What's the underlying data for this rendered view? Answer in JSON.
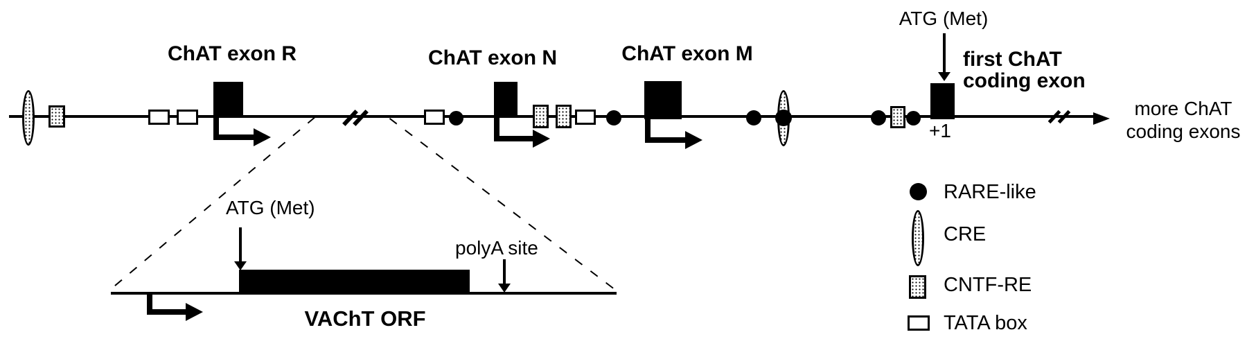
{
  "figure": {
    "description": "Schematic of the ChAT gene 5' region with the nested VAChT gene",
    "colors": {
      "ink": "#000000",
      "background": "#ffffff"
    }
  },
  "main_track": {
    "exon_r_label": "ChAT exon R",
    "exon_n_label": "ChAT exon N",
    "exon_m_label": "ChAT exon M",
    "atg_label": "ATG (Met)",
    "first_coding_label_line1": "first ChAT",
    "first_coding_label_line2": "coding exon",
    "plus_one_label": "+1",
    "more_exons_line1": "more ChAT",
    "more_exons_line2": "coding exons",
    "elements_in_order": [
      "CRE",
      "CNTF-RE",
      "TATA box",
      "TATA box",
      "ChAT exon R (black box with transcription-start arrow)",
      "gap (//)",
      "TATA box",
      "RARE-like",
      "ChAT exon N (black box with transcription-start arrow)",
      "CNTF-RE",
      "CNTF-RE",
      "TATA box",
      "RARE-like",
      "ChAT exon M (black box with transcription-start arrow)",
      "RARE-like",
      "RARE-like overlapping CRE",
      "RARE-like",
      "CNTF-RE",
      "RARE-like",
      "first ChAT coding exon (+1, ATG)",
      "gap (//)",
      "arrow to more ChAT coding exons"
    ]
  },
  "vacht_track": {
    "atg_label": "ATG (Met)",
    "polya_label": "polyA site",
    "orf_label": "VAChT ORF",
    "elements_in_order": [
      "transcription-start arrow",
      "ATG (Met) arrow",
      "VAChT ORF (black box)",
      "polyA site arrow"
    ]
  },
  "legend": {
    "items": [
      {
        "symbol": "rare-like-circle",
        "label": "RARE-like"
      },
      {
        "symbol": "cre-oval",
        "label": "CRE"
      },
      {
        "symbol": "cntf-re-box",
        "label": "CNTF-RE"
      },
      {
        "symbol": "tata-box",
        "label": "TATA box"
      }
    ]
  }
}
